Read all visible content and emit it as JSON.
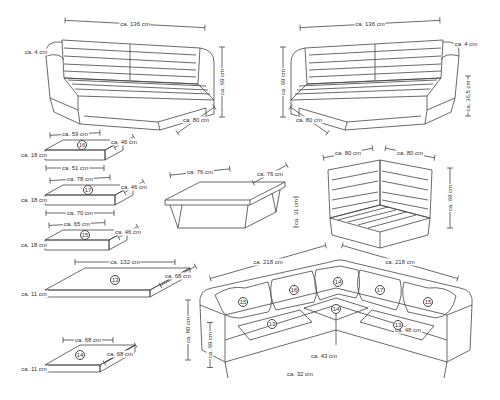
{
  "diagram": {
    "labels": [
      "ca. 136 cm",
      "ca. 4 cm",
      "ca. 69 cm",
      "ca. 80 cm",
      "ca. 136 cm",
      "ca. 4 cm",
      "ca. 69 cm",
      "ca. 36,5 cm",
      "ca. 80 cm",
      "ca. 59 cm",
      "ca. 46 cm",
      "ca. 18 cm",
      "ca. 51 cm",
      "16",
      "ca. 78 cm",
      "ca. 46 cm",
      "ca. 18 cm",
      "ca. 70 cm",
      "17",
      "ca. 65 cm",
      "ca. 46 cm",
      "ca. 18 cm",
      "15",
      "ca. 132 cm",
      "ca. 68 cm",
      "ca. 11 cm",
      "13",
      "ca. 68 cm",
      "ca. 68 cm",
      "ca. 11 cm",
      "14",
      "ca. 76 cm",
      "ca. 76 cm",
      "ca. 31 cm",
      "ca. 80 cm",
      "ca. 80 cm",
      "ca. 69 cm",
      "ca. 218 cm",
      "ca. 218 cm",
      "ca. 80 cm",
      "ca. 69 cm",
      "ca. 43 cm",
      "ca. 48 cm",
      "ca. 32 cm",
      "15",
      "16",
      "14",
      "17",
      "15",
      "13",
      "14",
      "13"
    ]
  }
}
